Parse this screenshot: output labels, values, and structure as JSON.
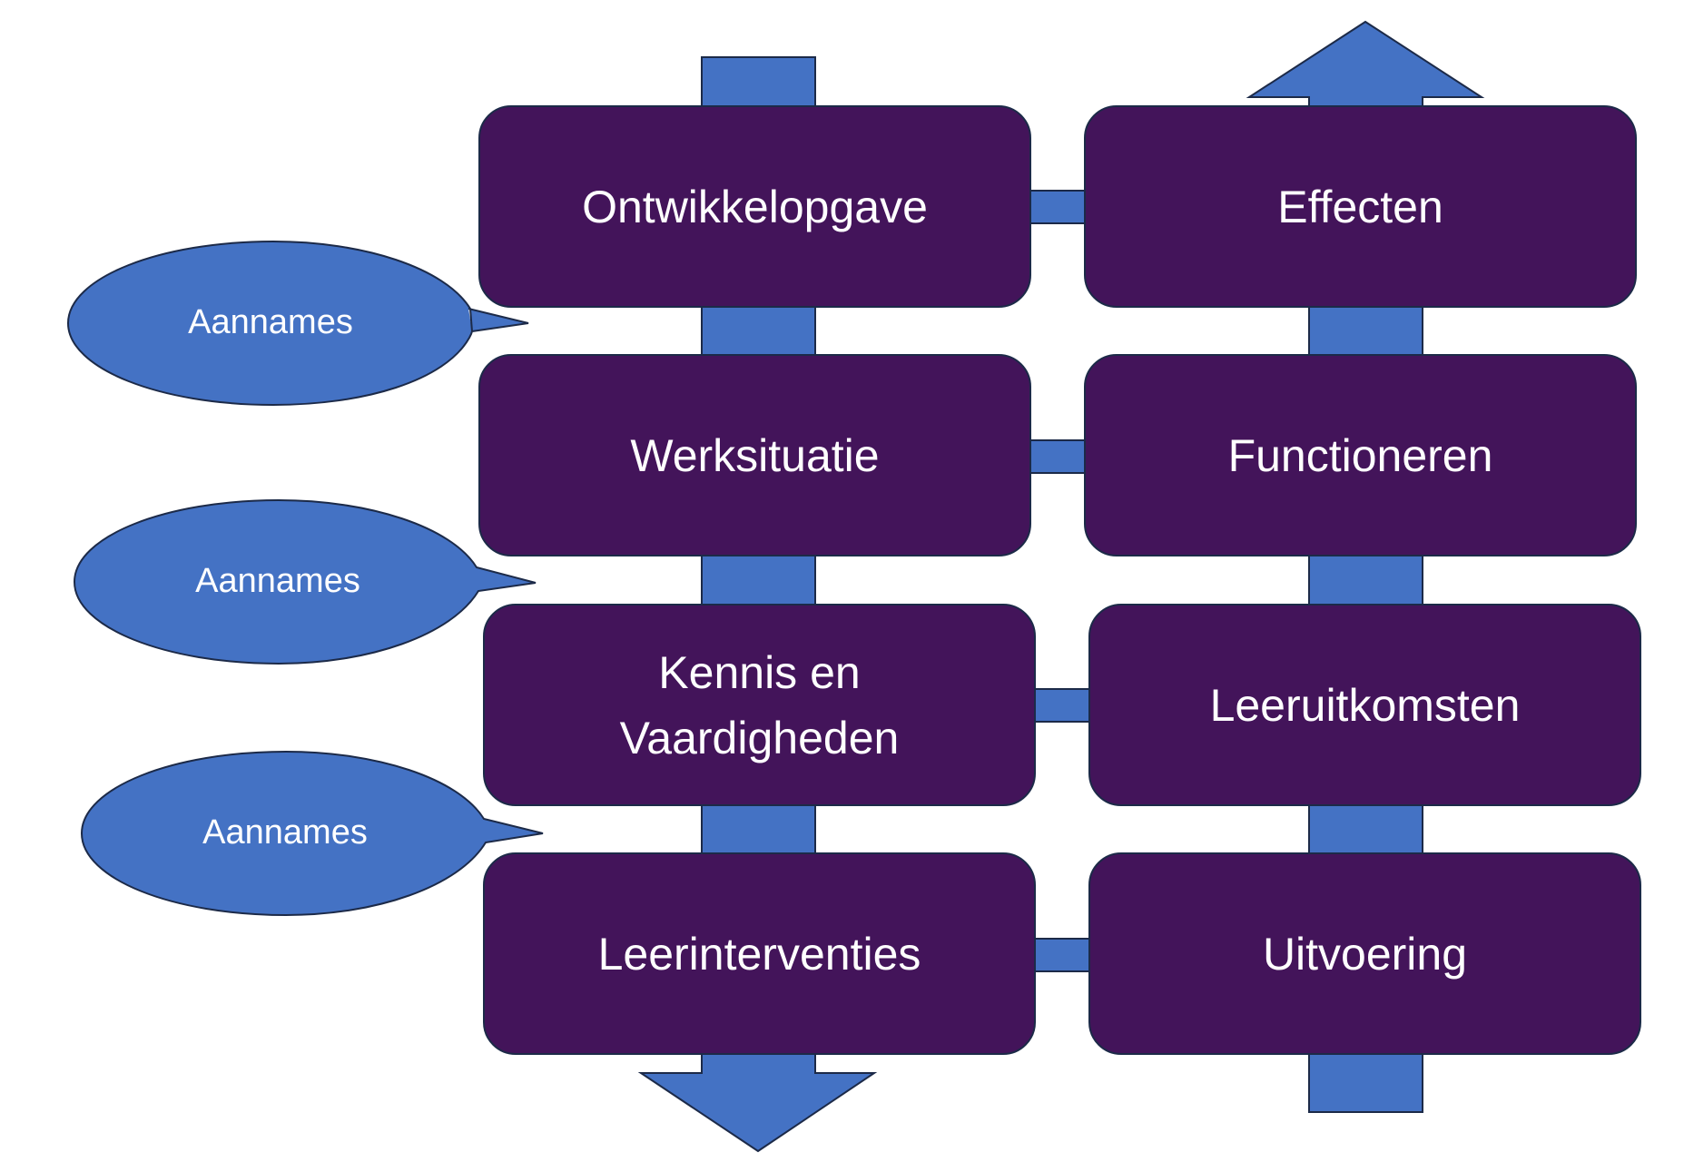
{
  "colors": {
    "box_fill": "#43145a",
    "arrow_fill": "#4472c4",
    "outline": "#1c2a48",
    "text": "#ffffff"
  },
  "left_column": {
    "direction": "down",
    "boxes": [
      {
        "label": "Ontwikkelopgave"
      },
      {
        "label": "Werksituatie"
      },
      {
        "label": "Kennis en Vaardigheden"
      },
      {
        "label": "Leerinterventies"
      }
    ]
  },
  "right_column": {
    "direction": "up",
    "boxes": [
      {
        "label": "Effecten"
      },
      {
        "label": "Functioneren"
      },
      {
        "label": "Leeruitkomsten"
      },
      {
        "label": "Uitvoering"
      }
    ]
  },
  "assumptions": [
    {
      "label": "Aannames"
    },
    {
      "label": "Aannames"
    },
    {
      "label": "Aannames"
    }
  ]
}
